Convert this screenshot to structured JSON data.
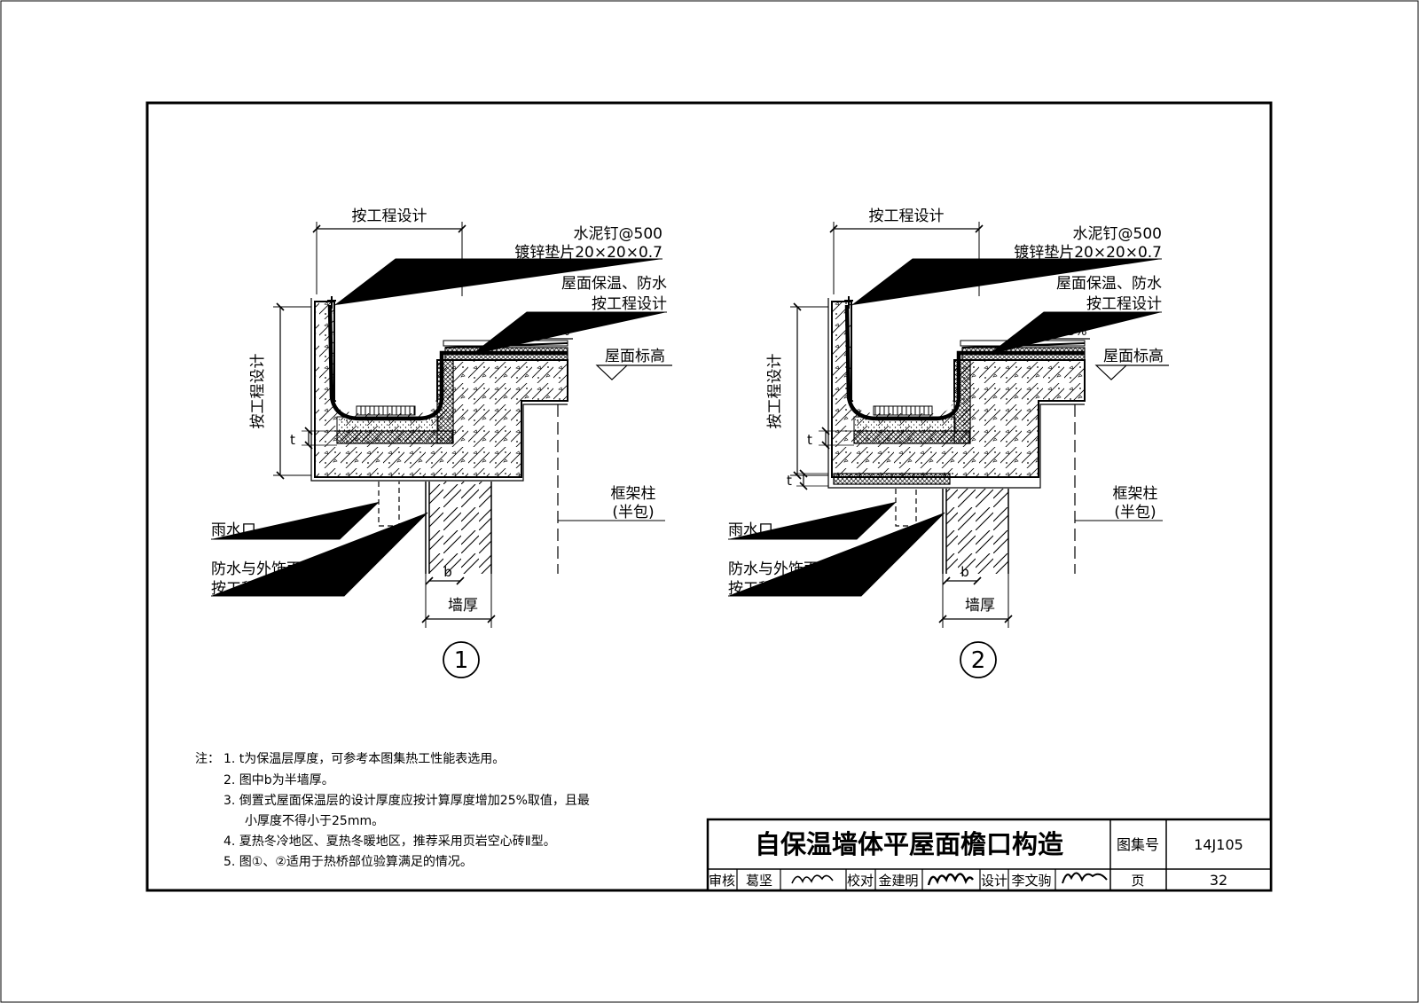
{
  "detail_1": {
    "number": "1",
    "width_dim": "按工程设计",
    "height_dim": "按工程设计",
    "nail": "水泥钉@500",
    "washer": "镀锌垫片20×20×0.7",
    "roof_layers_1": "屋面保温、防水",
    "roof_layers_2": "按工程设计",
    "slope": "2～3%",
    "roof_level": "屋面标高",
    "column_1": "框架柱",
    "column_2": "(半包)",
    "drain": "雨水口",
    "finish_1": "防水与外饰面做法",
    "finish_2": "按工程设计",
    "b_label": "b",
    "wall_thickness": "墙厚",
    "t_label": "t"
  },
  "detail_2": {
    "number": "2",
    "width_dim": "按工程设计",
    "height_dim": "按工程设计",
    "nail": "水泥钉@500",
    "washer": "镀锌垫片20×20×0.7",
    "roof_layers_1": "屋面保温、防水",
    "roof_layers_2": "按工程设计",
    "slope": "2～3%",
    "roof_level": "屋面标高",
    "column_1": "框架柱",
    "column_2": "(半包)",
    "drain": "雨水口",
    "finish_1": "防水与外饰面做法",
    "finish_2": "按工程设计",
    "b_label": "b",
    "wall_thickness": "墙厚",
    "t_label": "t"
  },
  "notes": {
    "prefix": "注：",
    "items": [
      "1. t为保温层厚度，可参考本图集热工性能表选用。",
      "2. 图中b为半墙厚。",
      "3. 倒置式屋面保温层的设计厚度应按计算厚度增加25%取值，且最",
      "小厚度不得小于25mm。",
      "4. 夏热冬冷地区、夏热冬暖地区，推荐采用页岩空心砖Ⅱ型。",
      "5. 图①、②适用于热桥部位验算满足的情况。"
    ]
  },
  "title_block": {
    "title": "自保温墙体平屋面檐口构造",
    "atlas_label": "图集号",
    "atlas_no": "14J105",
    "review_label": "审核",
    "reviewer": "葛坚",
    "check_label": "校对",
    "checker": "金建明",
    "design_label": "设计",
    "designer": "李文驹",
    "page_label": "页",
    "page_no": "32"
  }
}
